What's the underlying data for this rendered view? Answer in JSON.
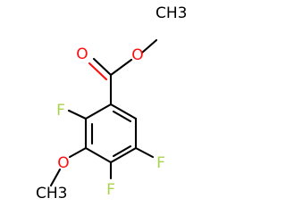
{
  "molecule": {
    "name": "",
    "colors": {
      "bond": "#000000",
      "oxygen": "#ff0d0d",
      "fluorine": "#a8d44a",
      "carbon_label": "#000000"
    },
    "labels": {
      "ester_carbonyl_o": "O",
      "ester_ether_o": "O",
      "ester_methyl": "CH3",
      "f_ortho": "F",
      "f_meta": "F",
      "f_para": "F",
      "methoxy_o": "O",
      "methoxy_methyl": "CH3"
    }
  }
}
